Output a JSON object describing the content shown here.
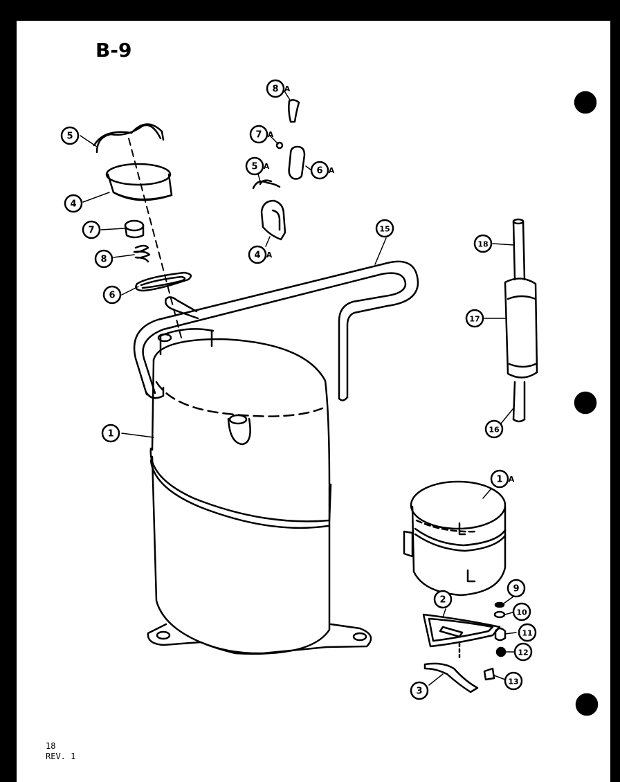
{
  "page_title": "B-9",
  "footer": {
    "page_number": "18",
    "revision": "REV. 1"
  },
  "callouts": [
    {
      "id": "c5",
      "num": "5",
      "suffix": ""
    },
    {
      "id": "c4",
      "num": "4",
      "suffix": ""
    },
    {
      "id": "c7",
      "num": "7",
      "suffix": ""
    },
    {
      "id": "c8",
      "num": "8",
      "suffix": ""
    },
    {
      "id": "c6",
      "num": "6",
      "suffix": ""
    },
    {
      "id": "c8a",
      "num": "8",
      "suffix": "A"
    },
    {
      "id": "c7a",
      "num": "7",
      "suffix": "A"
    },
    {
      "id": "c5a",
      "num": "5",
      "suffix": "A"
    },
    {
      "id": "c6a",
      "num": "6",
      "suffix": "A"
    },
    {
      "id": "c4a",
      "num": "4",
      "suffix": "A"
    },
    {
      "id": "c15",
      "num": "15",
      "suffix": ""
    },
    {
      "id": "c18",
      "num": "18",
      "suffix": ""
    },
    {
      "id": "c17",
      "num": "17",
      "suffix": ""
    },
    {
      "id": "c16",
      "num": "16",
      "suffix": ""
    },
    {
      "id": "c1",
      "num": "1",
      "suffix": ""
    },
    {
      "id": "c1a",
      "num": "1",
      "suffix": "A"
    },
    {
      "id": "c2",
      "num": "2",
      "suffix": ""
    },
    {
      "id": "c9",
      "num": "9",
      "suffix": ""
    },
    {
      "id": "c10",
      "num": "10",
      "suffix": ""
    },
    {
      "id": "c11",
      "num": "11",
      "suffix": ""
    },
    {
      "id": "c12",
      "num": "12",
      "suffix": ""
    },
    {
      "id": "c3",
      "num": "3",
      "suffix": ""
    },
    {
      "id": "c13",
      "num": "13",
      "suffix": ""
    }
  ]
}
